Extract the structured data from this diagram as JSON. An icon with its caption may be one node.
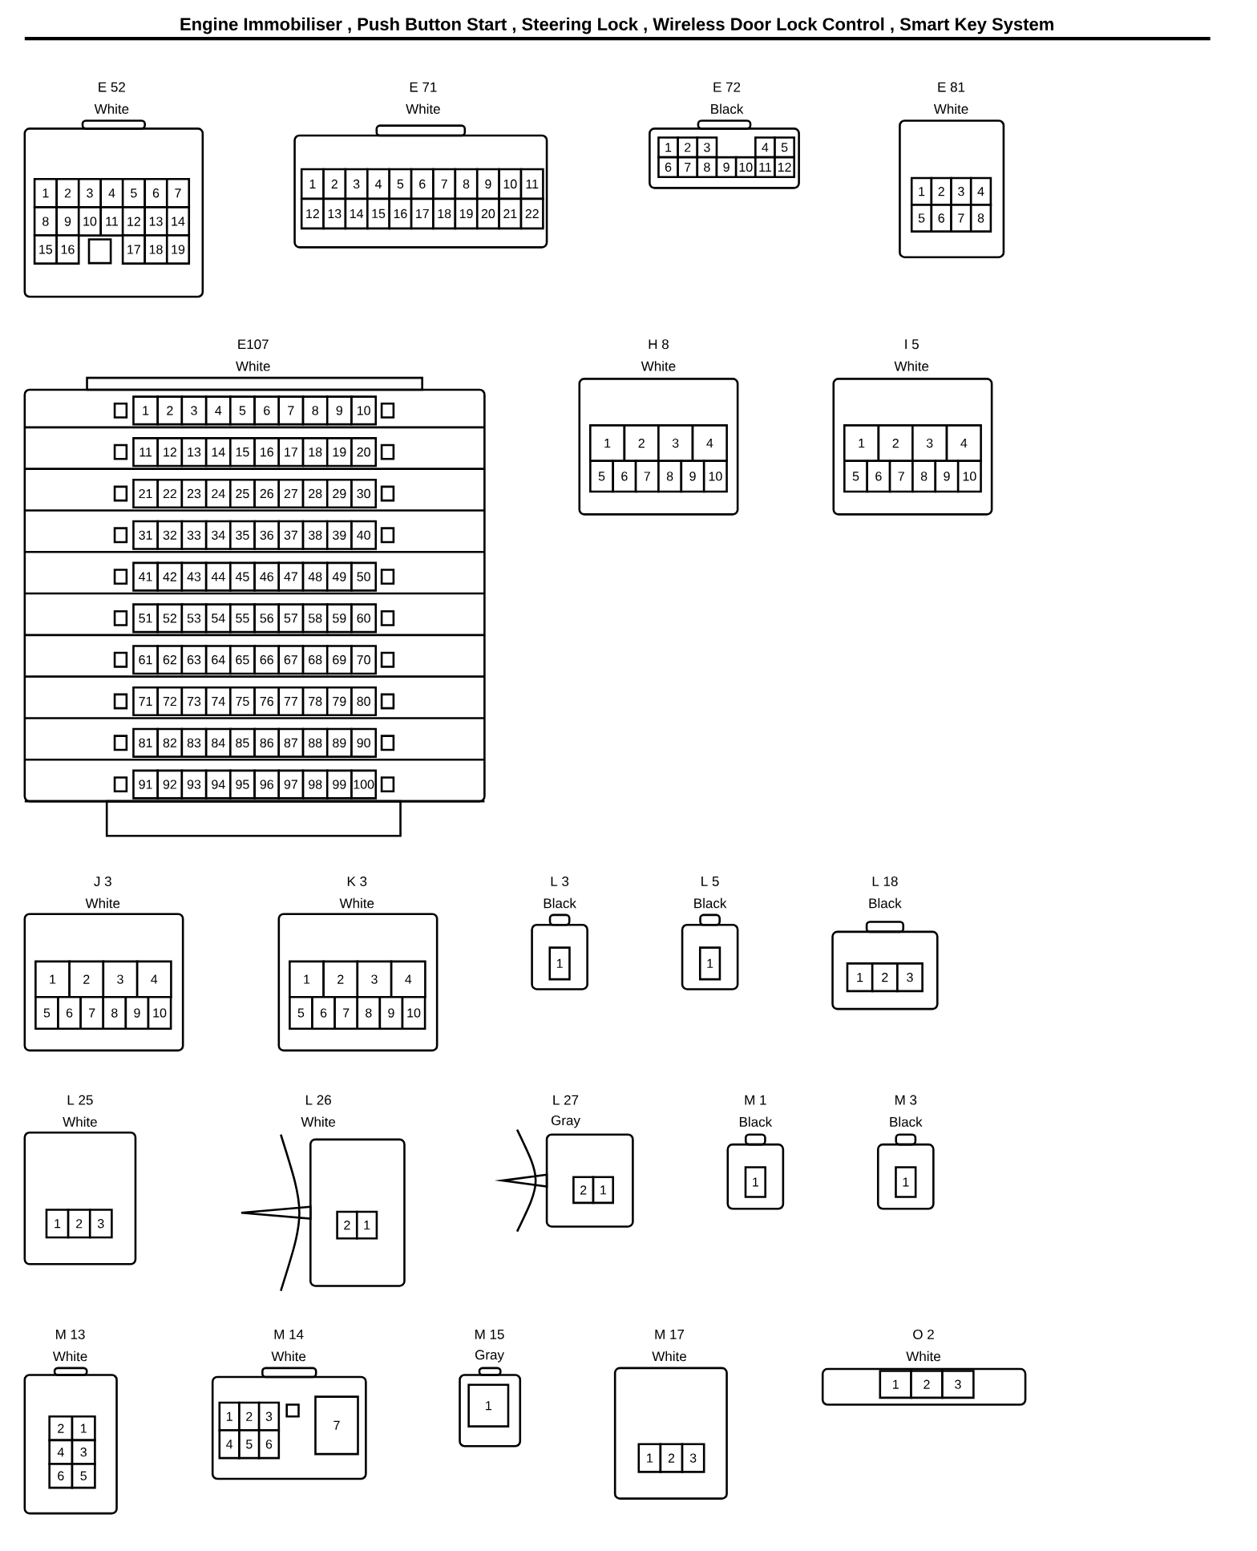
{
  "diagram": {
    "title": "Engine Immobiliser , Push Button Start , Steering Lock , Wireless Door Lock Control , Smart Key System",
    "nodes": [
      {
        "text": [
          "E 52",
          "White",
          "1",
          "2",
          "3",
          "4",
          "5",
          "6",
          "7",
          "8",
          "9",
          "10",
          "11",
          "12",
          "13",
          "14",
          "15",
          "16",
          "17",
          "18",
          "19"
        ]
      },
      {
        "text": [
          "E 71",
          "White",
          "1",
          "2",
          "3",
          "4",
          "5",
          "6",
          "7",
          "8",
          "9",
          "10",
          "11",
          "12",
          "13",
          "14",
          "15",
          "16",
          "17",
          "18",
          "19",
          "20",
          "21",
          "22"
        ]
      },
      {
        "text": [
          "E 72",
          "Black",
          "1",
          "2",
          "3",
          "4",
          "5",
          "6",
          "7",
          "8",
          "9",
          "10",
          "11",
          "12"
        ]
      },
      {
        "text": [
          "E 81",
          "White",
          "1",
          "2",
          "3",
          "4",
          "5",
          "6",
          "7",
          "8"
        ]
      },
      {
        "text": [
          "E107",
          "White",
          "1",
          "2",
          "3",
          "4",
          "5",
          "6",
          "7",
          "8",
          "9",
          "10",
          "11",
          "12",
          "13",
          "14",
          "15",
          "16",
          "17",
          "18",
          "19",
          "20",
          "21",
          "22",
          "23",
          "24",
          "25",
          "26",
          "27",
          "28",
          "29",
          "30",
          "31",
          "32",
          "33",
          "34",
          "35",
          "36",
          "37",
          "38",
          "39",
          "40",
          "41",
          "42",
          "43",
          "44",
          "45",
          "46",
          "47",
          "48",
          "49",
          "50",
          "51",
          "52",
          "53",
          "54",
          "55",
          "56",
          "57",
          "58",
          "59",
          "60",
          "61",
          "62",
          "63",
          "64",
          "65",
          "66",
          "67",
          "68",
          "69",
          "70",
          "71",
          "72",
          "73",
          "74",
          "75",
          "76",
          "77",
          "78",
          "79",
          "80",
          "81",
          "82",
          "83",
          "84",
          "85",
          "86",
          "87",
          "88",
          "89",
          "90",
          "91",
          "92",
          "93",
          "94",
          "95",
          "96",
          "97",
          "98",
          "99",
          "100"
        ]
      },
      {
        "text": [
          "H 8",
          "White",
          "1",
          "2",
          "3",
          "4",
          "5",
          "6",
          "7",
          "8",
          "9",
          "10"
        ]
      },
      {
        "text": [
          "I 5",
          "White",
          "1",
          "2",
          "3",
          "4",
          "5",
          "6",
          "7",
          "8",
          "9",
          "10"
        ]
      },
      {
        "text": [
          "J 3",
          "White",
          "1",
          "2",
          "3",
          "4",
          "5",
          "6",
          "7",
          "8",
          "9",
          "10"
        ]
      },
      {
        "text": [
          "K 3",
          "White",
          "1",
          "2",
          "3",
          "4",
          "5",
          "6",
          "7",
          "8",
          "9",
          "10"
        ]
      },
      {
        "text": [
          "L 3",
          "Black",
          "1"
        ]
      },
      {
        "text": [
          "L 5",
          "Black",
          "1"
        ]
      },
      {
        "text": [
          "L 18",
          "Black",
          "1",
          "2",
          "3"
        ]
      },
      {
        "text": [
          "L 25",
          "White",
          "1",
          "2",
          "3"
        ]
      },
      {
        "text": [
          "L 26",
          "White",
          "2",
          "1"
        ]
      },
      {
        "text": [
          "L 27",
          "Gray",
          "2",
          "1"
        ]
      },
      {
        "text": [
          "M 1",
          "Black",
          "1"
        ]
      },
      {
        "text": [
          "M 3",
          "Black",
          "1"
        ]
      },
      {
        "text": [
          "M 13",
          "White",
          "2",
          "1",
          "4",
          "3",
          "6",
          "5"
        ]
      },
      {
        "text": [
          "M 14",
          "White",
          "1",
          "2",
          "3",
          "4",
          "5",
          "6",
          "7"
        ]
      },
      {
        "text": [
          "M 15",
          "Gray",
          "1"
        ]
      },
      {
        "text": [
          "M 17",
          "White",
          "1",
          "2",
          "3"
        ]
      },
      {
        "text": [
          "O 2",
          "White",
          "1",
          "2",
          "3"
        ]
      }
    ]
  }
}
